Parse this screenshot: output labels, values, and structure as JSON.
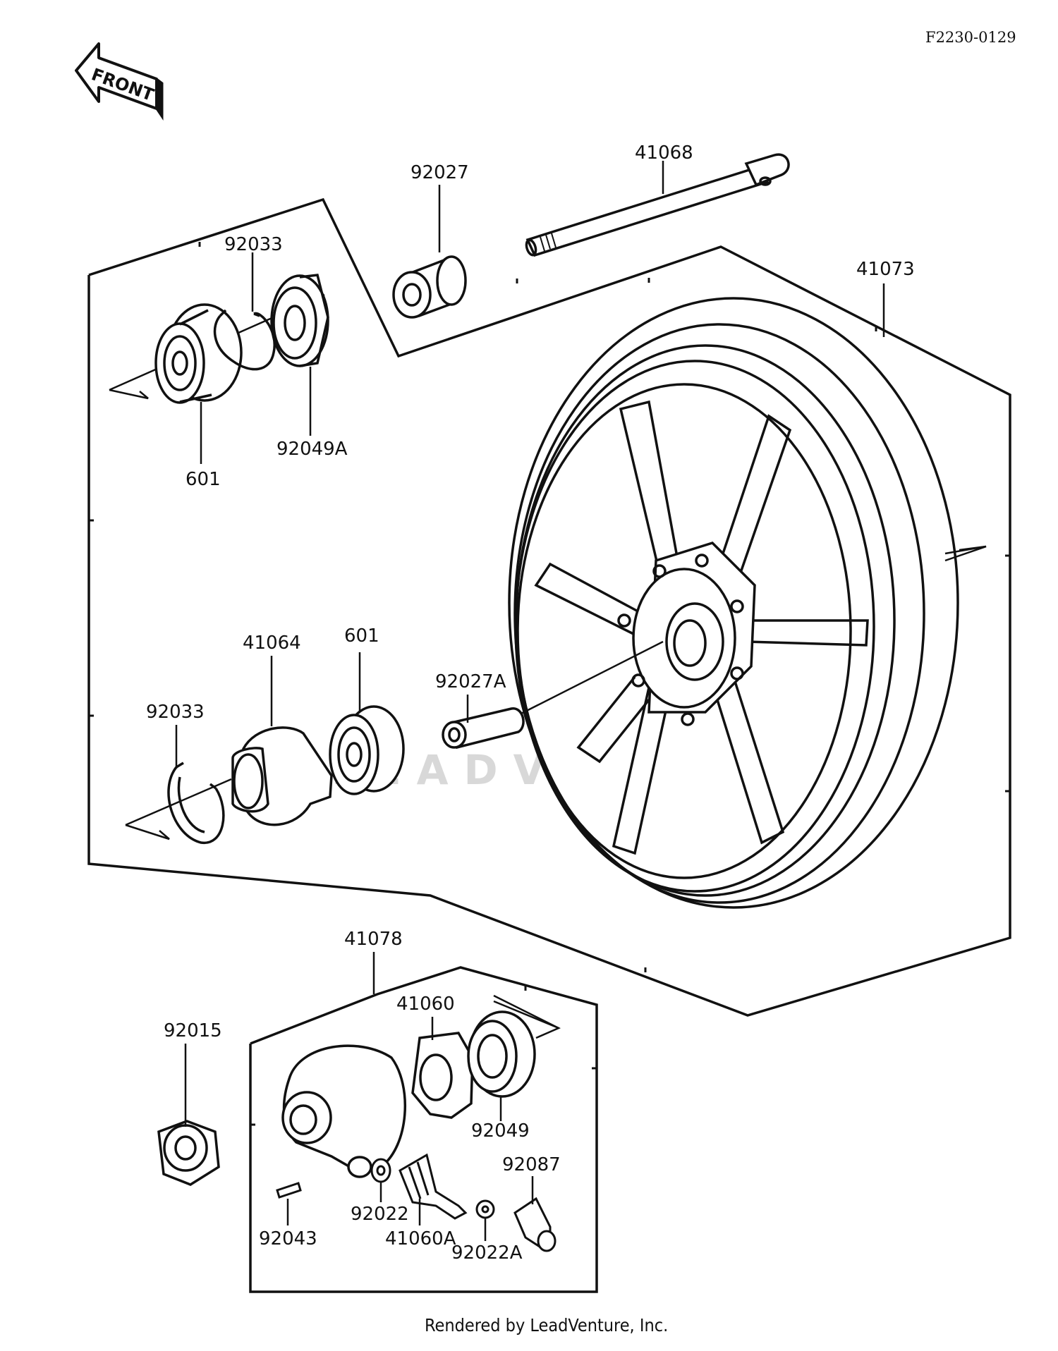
{
  "diagram_code": "F2230-0129",
  "front_label": "FRONT",
  "footer": "Rendered by LeadVenture, Inc.",
  "watermark": "LEADVENTURE",
  "parts": {
    "p92027": "92027",
    "p41068": "41068",
    "p92033_top": "92033",
    "p41073": "41073",
    "p92049A": "92049A",
    "p601_top": "601",
    "p41064": "41064",
    "p601_mid": "601",
    "p92033_mid": "92033",
    "p92027A": "92027A",
    "p41078": "41078",
    "p41060": "41060",
    "p92015": "92015",
    "p92049": "92049",
    "p92087": "92087",
    "p92022": "92022",
    "p92043": "92043",
    "p41060A": "41060A",
    "p92022A": "92022A"
  }
}
